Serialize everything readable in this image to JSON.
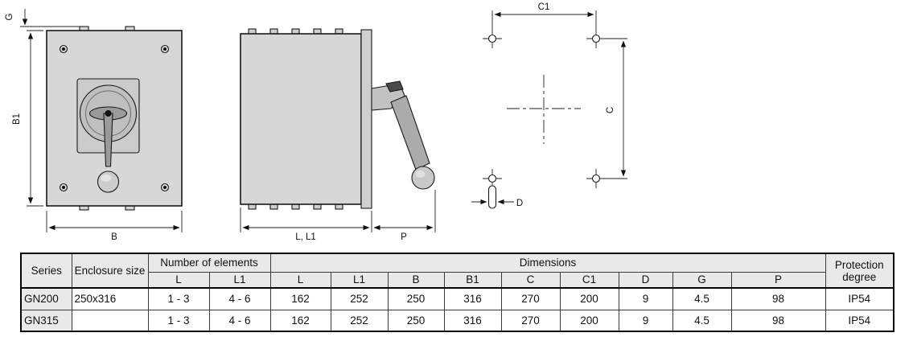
{
  "diagram": {
    "front_view": {
      "g": "G",
      "b1": "B1",
      "b": "B"
    },
    "side_view": {
      "l_l1": "L, L1",
      "p": "P"
    },
    "drill_view": {
      "c1": "C1",
      "c": "C",
      "d": "D"
    }
  },
  "table": {
    "header": {
      "series": "Series",
      "enclosure_size": "Enclosure size",
      "number_of_elements": "Number of elements",
      "dimensions": "Dimensions",
      "protection_degree": "Protection degree"
    },
    "subheader": [
      "L",
      "L1",
      "L",
      "L1",
      "B",
      "B1",
      "C",
      "C1",
      "D",
      "G",
      "P"
    ],
    "rows": [
      {
        "series": "GN200",
        "enclosure_size": "250x316",
        "values": [
          "1 - 3",
          "4 - 6",
          "162",
          "252",
          "250",
          "316",
          "270",
          "200",
          "9",
          "4.5",
          "98",
          "IP54"
        ]
      },
      {
        "series": "GN315",
        "enclosure_size": "",
        "values": [
          "1 - 3",
          "4 - 6",
          "162",
          "252",
          "250",
          "316",
          "270",
          "200",
          "9",
          "4.5",
          "98",
          "IP54"
        ]
      }
    ]
  },
  "colors": {
    "line": "#1a1a1a",
    "enclosure_fill": "#d7d7d7",
    "header_bg": "#e9e9e9"
  }
}
